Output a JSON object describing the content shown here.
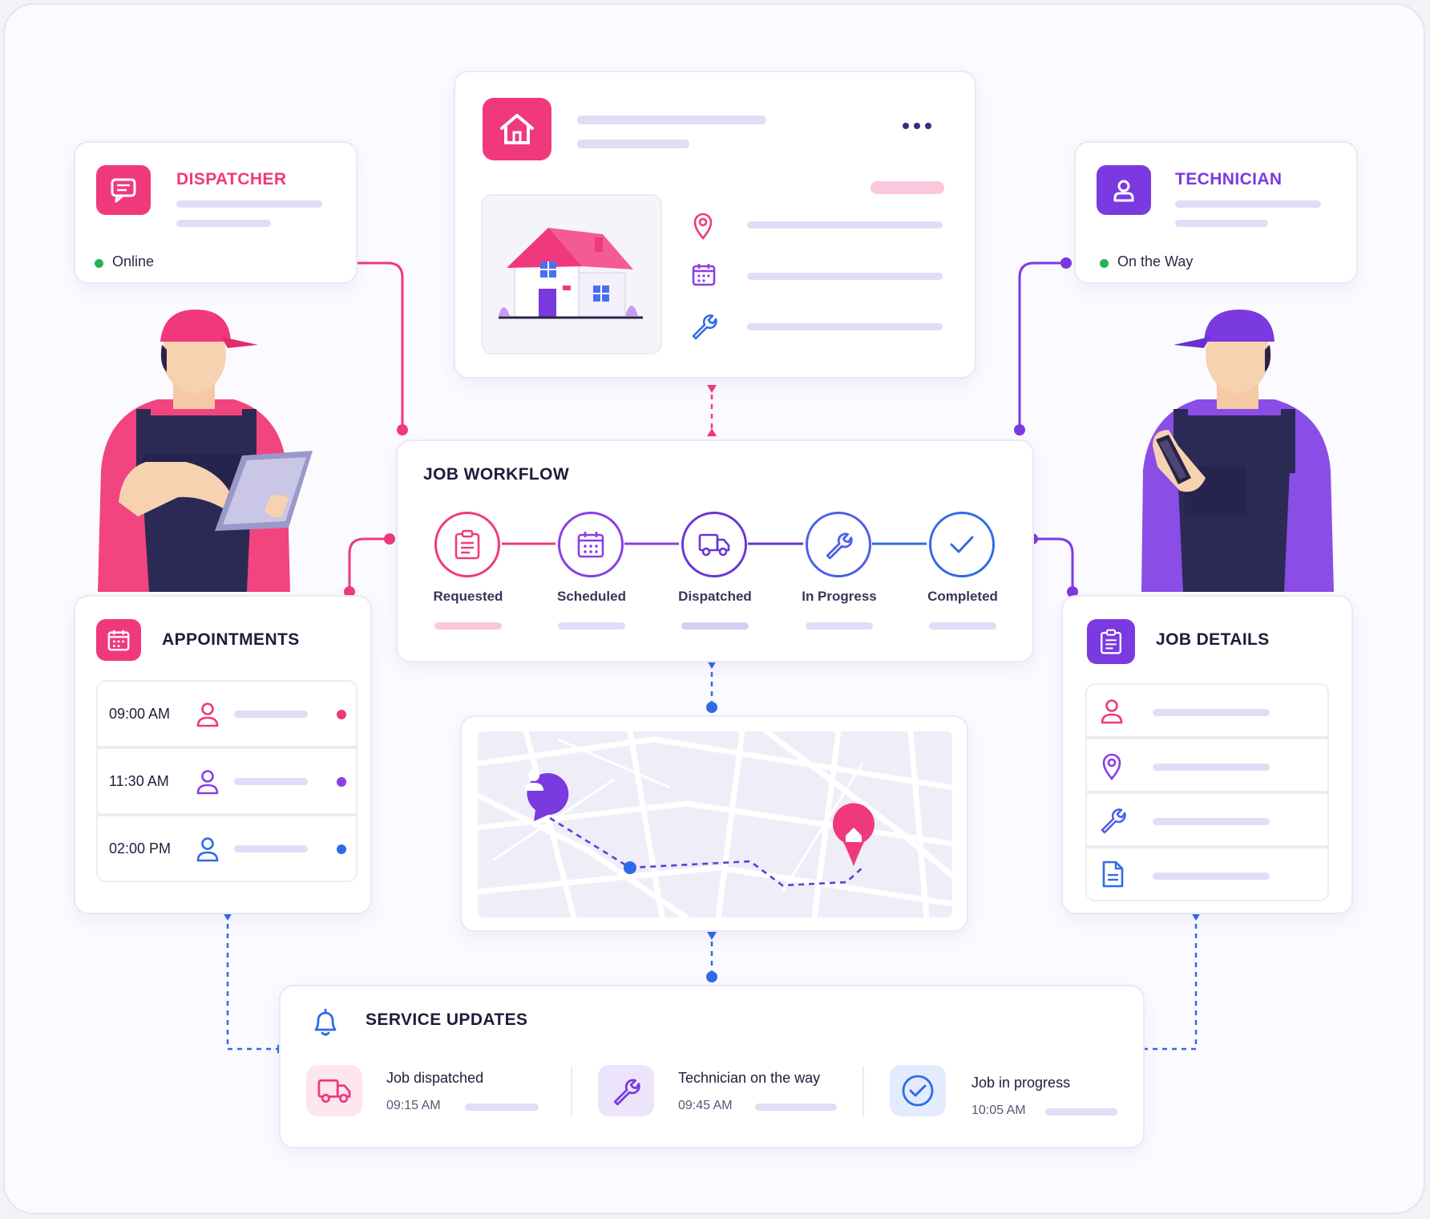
{
  "dispatcher": {
    "title": "DISPATCHER",
    "status": "Online"
  },
  "technician": {
    "title": "TECHNICIAN",
    "status": "On the Way"
  },
  "workflow": {
    "title": "JOB WORKFLOW",
    "steps": [
      {
        "label": "Requested",
        "color": "#f0397c"
      },
      {
        "label": "Scheduled",
        "color": "#8a3ee6"
      },
      {
        "label": "Dispatched",
        "color": "#6a36d8"
      },
      {
        "label": "In Progress",
        "color": "#4d5fe8"
      },
      {
        "label": "Completed",
        "color": "#2f6be6"
      }
    ]
  },
  "appointments": {
    "title": "APPOINTMENTS",
    "items": [
      {
        "time": "09:00 AM",
        "color": "#f0397c"
      },
      {
        "time": "11:30 AM",
        "color": "#8a3ee6"
      },
      {
        "time": "02:00 PM",
        "color": "#2f6be6"
      }
    ]
  },
  "job_details": {
    "title": "JOB DETAILS"
  },
  "service_updates": {
    "title": "SERVICE UPDATES",
    "items": [
      {
        "title": "Job dispatched",
        "time": "09:15 AM"
      },
      {
        "title": "Technician on the way",
        "time": "09:45 AM"
      },
      {
        "title": "Job in progress",
        "time": "10:05 AM"
      }
    ]
  },
  "colors": {
    "pink": "#f0397c",
    "purple": "#8a3ee6",
    "blue": "#2f6be6",
    "online": "#22b35a"
  }
}
